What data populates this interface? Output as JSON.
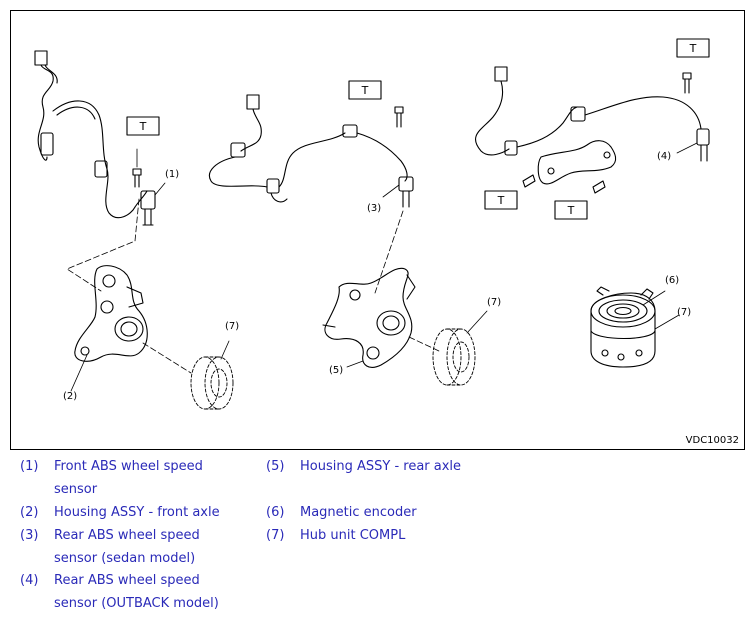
{
  "figure": {
    "id_label": "VDC10032",
    "torque_marker": "T",
    "callouts": {
      "c1": "(1)",
      "c2": "(2)",
      "c3": "(3)",
      "c4": "(4)",
      "c5": "(5)",
      "c6": "(6)",
      "c7a": "(7)",
      "c7b": "(7)",
      "c7c": "(7)"
    }
  },
  "legend": [
    {
      "num": "(1)",
      "text": "Front ABS wheel speed sensor"
    },
    {
      "num": "(2)",
      "text": "Housing ASSY - front axle"
    },
    {
      "num": "(3)",
      "text": "Rear ABS wheel speed sensor (sedan model)"
    },
    {
      "num": "(4)",
      "text": "Rear ABS wheel speed sensor (OUTBACK model)"
    },
    {
      "num": "(5)",
      "text": "Housing ASSY - rear axle"
    },
    {
      "num": "(6)",
      "text": "Magnetic encoder"
    },
    {
      "num": "(7)",
      "text": "Hub unit COMPL"
    }
  ],
  "colors": {
    "legend_text": "#2a2ab8",
    "line": "#000000"
  }
}
